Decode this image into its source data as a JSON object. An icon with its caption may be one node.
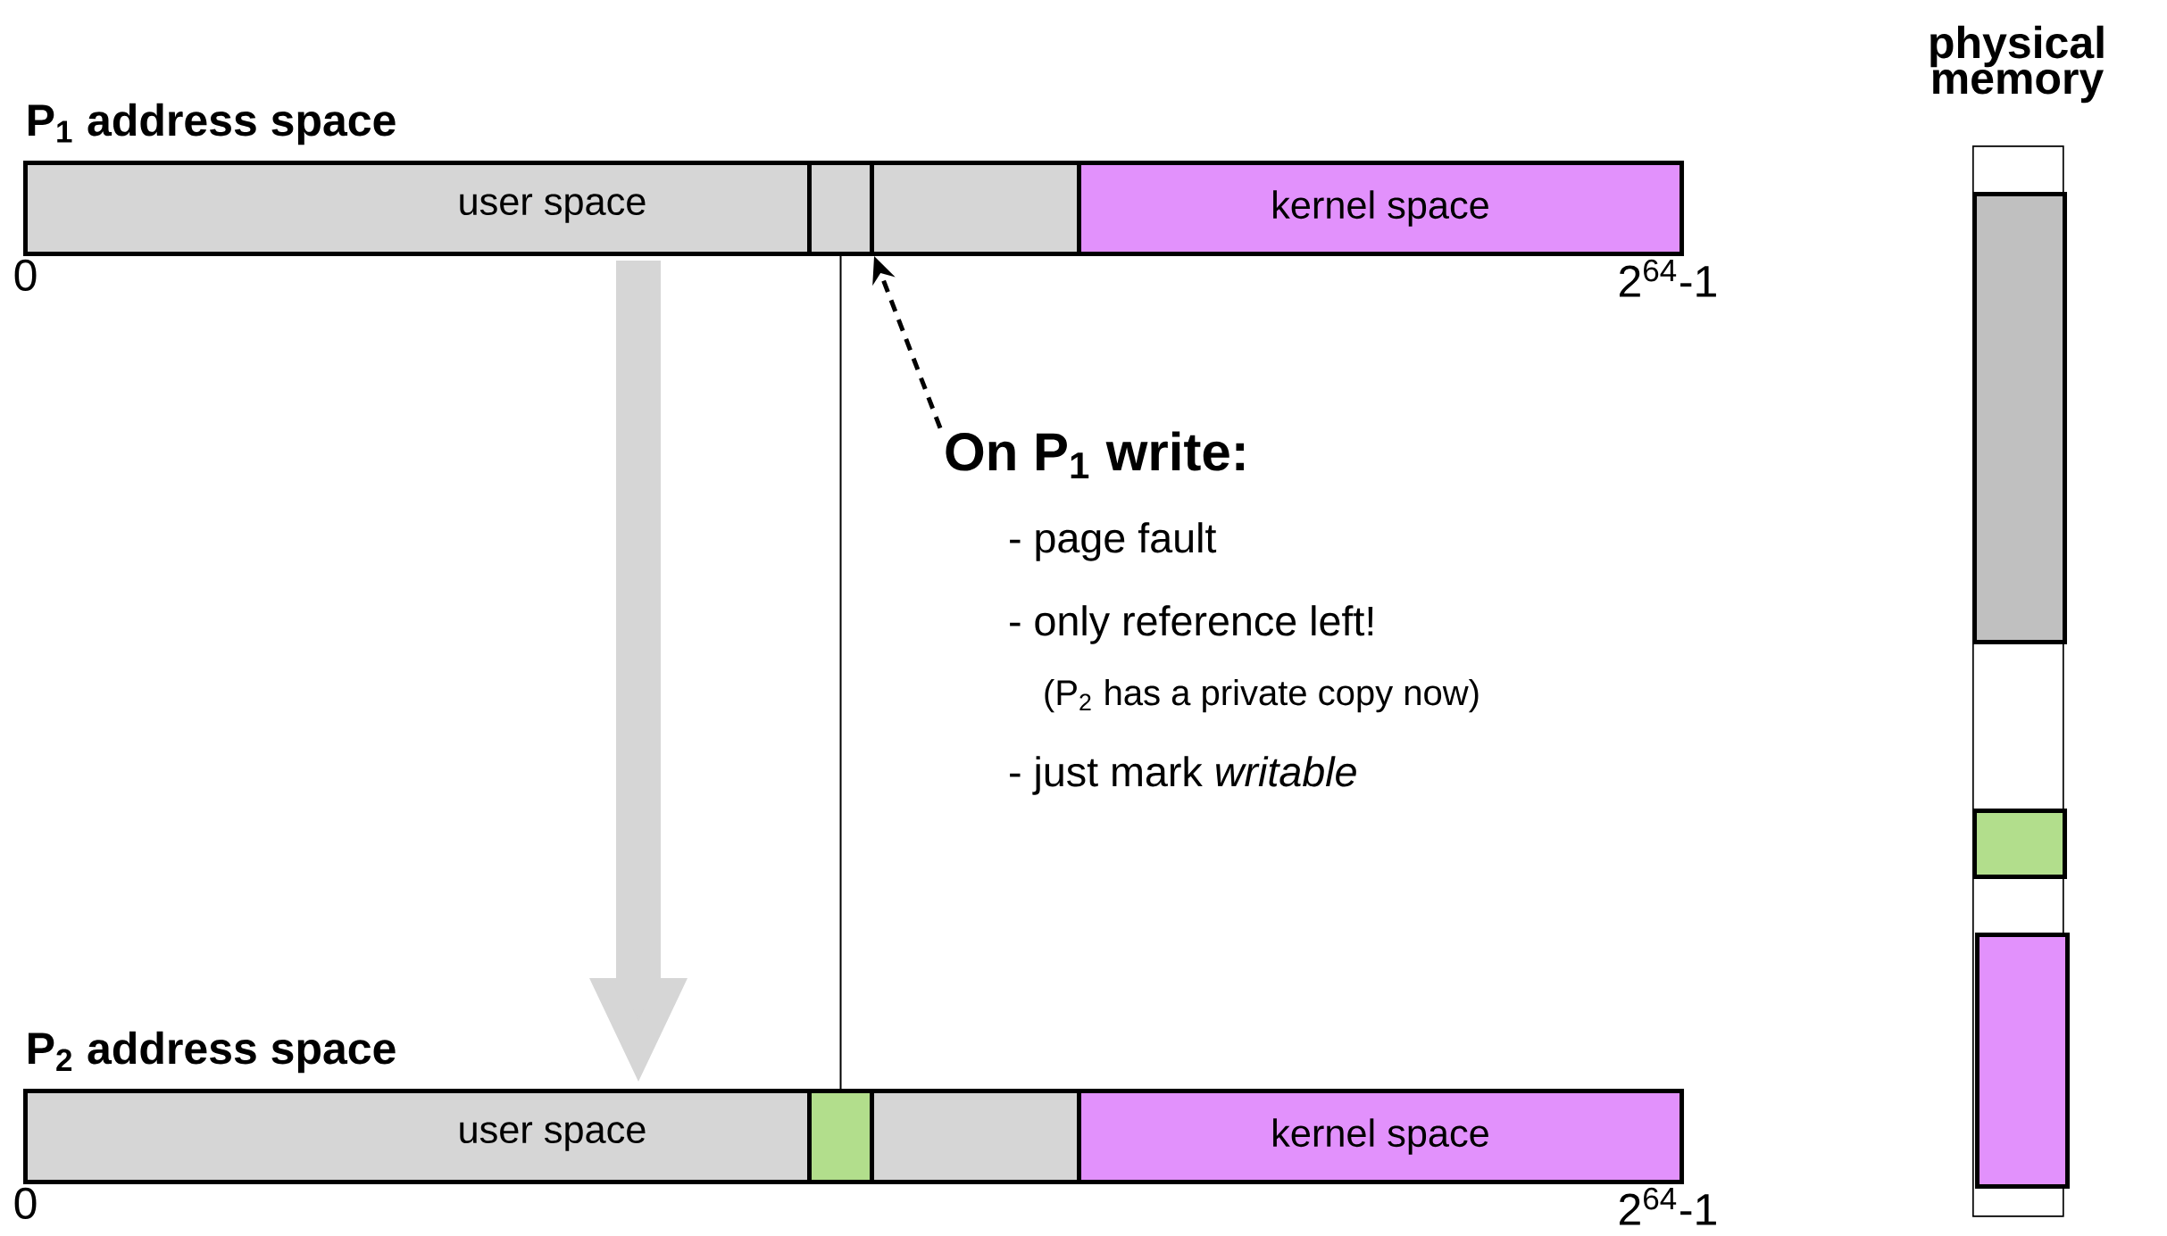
{
  "diagram": {
    "nodes": [
      {
        "text": [
          "P$_{1}$ address space"
        ],
        "beside": [
          "0",
          "2$^{64}$-1"
        ]
      },
      {
        "text": [
          "user space"
        ],
        "in": 0
      },
      {
        "text": [
          "kernel space"
        ],
        "in": 0
      },
      {
        "text": [],
        "shape": "box",
        "in": 1
      },
      {
        "text": [
          "P$_{2}$ address space"
        ],
        "beside": [
          "0",
          "2$^{64}$-1"
        ]
      },
      {
        "text": [
          "user space"
        ],
        "in": 4
      },
      {
        "text": [
          "kernel space"
        ],
        "in": 4
      },
      {
        "text": [],
        "shape": "box",
        "in": 5
      },
      {
        "text": [
          "On P$_{1}$ write:",
          "- page fault",
          "- only reference left!",
          "(P$_{2}$ has a private copy now)",
          "- just mark *writable*"
        ]
      },
      {
        "text": [
          "physical memory"
        ]
      },
      {
        "text": [],
        "shape": "box",
        "in": 9
      },
      {
        "text": [],
        "shape": "box",
        "in": 9
      },
      {
        "text": [],
        "shape": "box",
        "in": 9
      }
    ],
    "edges": [
      {
        "from": 8,
        "to": 3,
        "arrow": "to",
        "style": "dashed"
      },
      {
        "from": 3,
        "to": 7,
        "arrow": "none"
      },
      {
        "from": 1,
        "to": 5,
        "arrow": "to",
        "style": "thick",
        "color": "#d6d6d6"
      }
    ]
  }
}
